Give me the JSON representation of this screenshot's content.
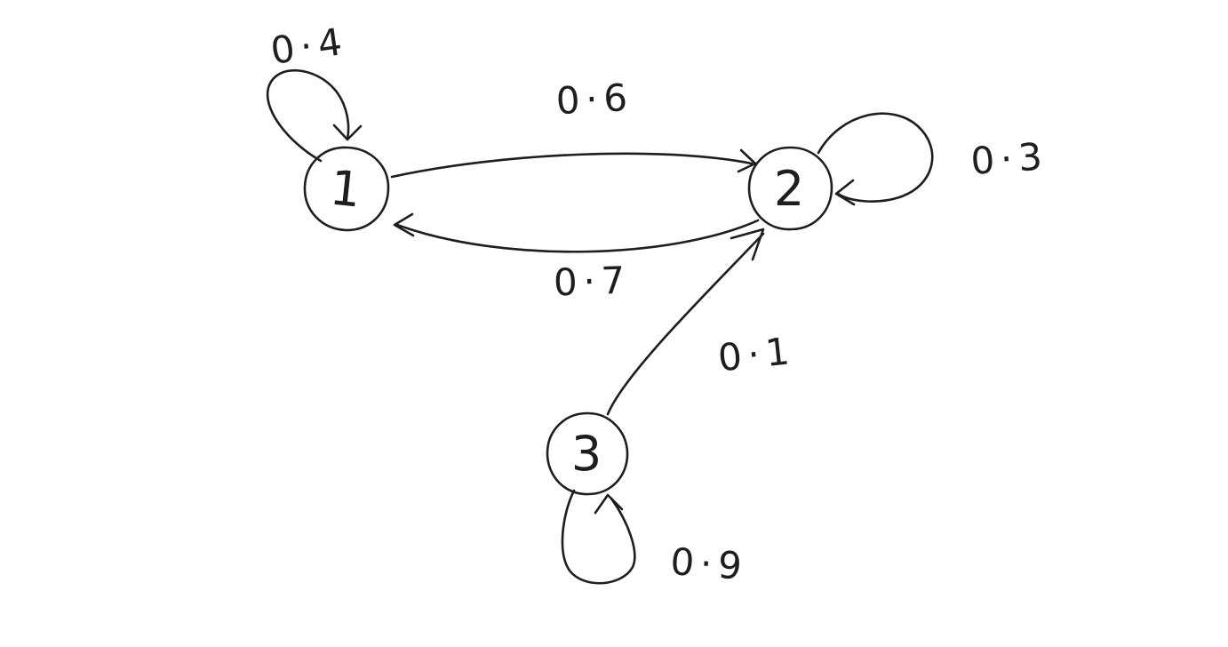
{
  "page": {
    "background": "#ffffff"
  },
  "diagram": {
    "type": "markov-chain-state-diagram",
    "style": "hand-drawn",
    "stroke_color": "#1e1e1e",
    "nodes": [
      {
        "id": "1",
        "label": "1"
      },
      {
        "id": "2",
        "label": "2"
      },
      {
        "id": "3",
        "label": "3"
      }
    ],
    "edges": [
      {
        "from": "1",
        "to": "1",
        "kind": "self-loop",
        "label": "0·4",
        "value": 0.4
      },
      {
        "from": "1",
        "to": "2",
        "kind": "arc",
        "label": "0·6",
        "value": 0.6
      },
      {
        "from": "2",
        "to": "2",
        "kind": "self-loop",
        "label": "0·3",
        "value": 0.3
      },
      {
        "from": "2",
        "to": "1",
        "kind": "arc",
        "label": "0·7",
        "value": 0.7
      },
      {
        "from": "3",
        "to": "2",
        "kind": "line",
        "label": "0·1",
        "value": 0.1
      },
      {
        "from": "3",
        "to": "3",
        "kind": "self-loop",
        "label": "0·9",
        "value": 0.9
      }
    ]
  }
}
